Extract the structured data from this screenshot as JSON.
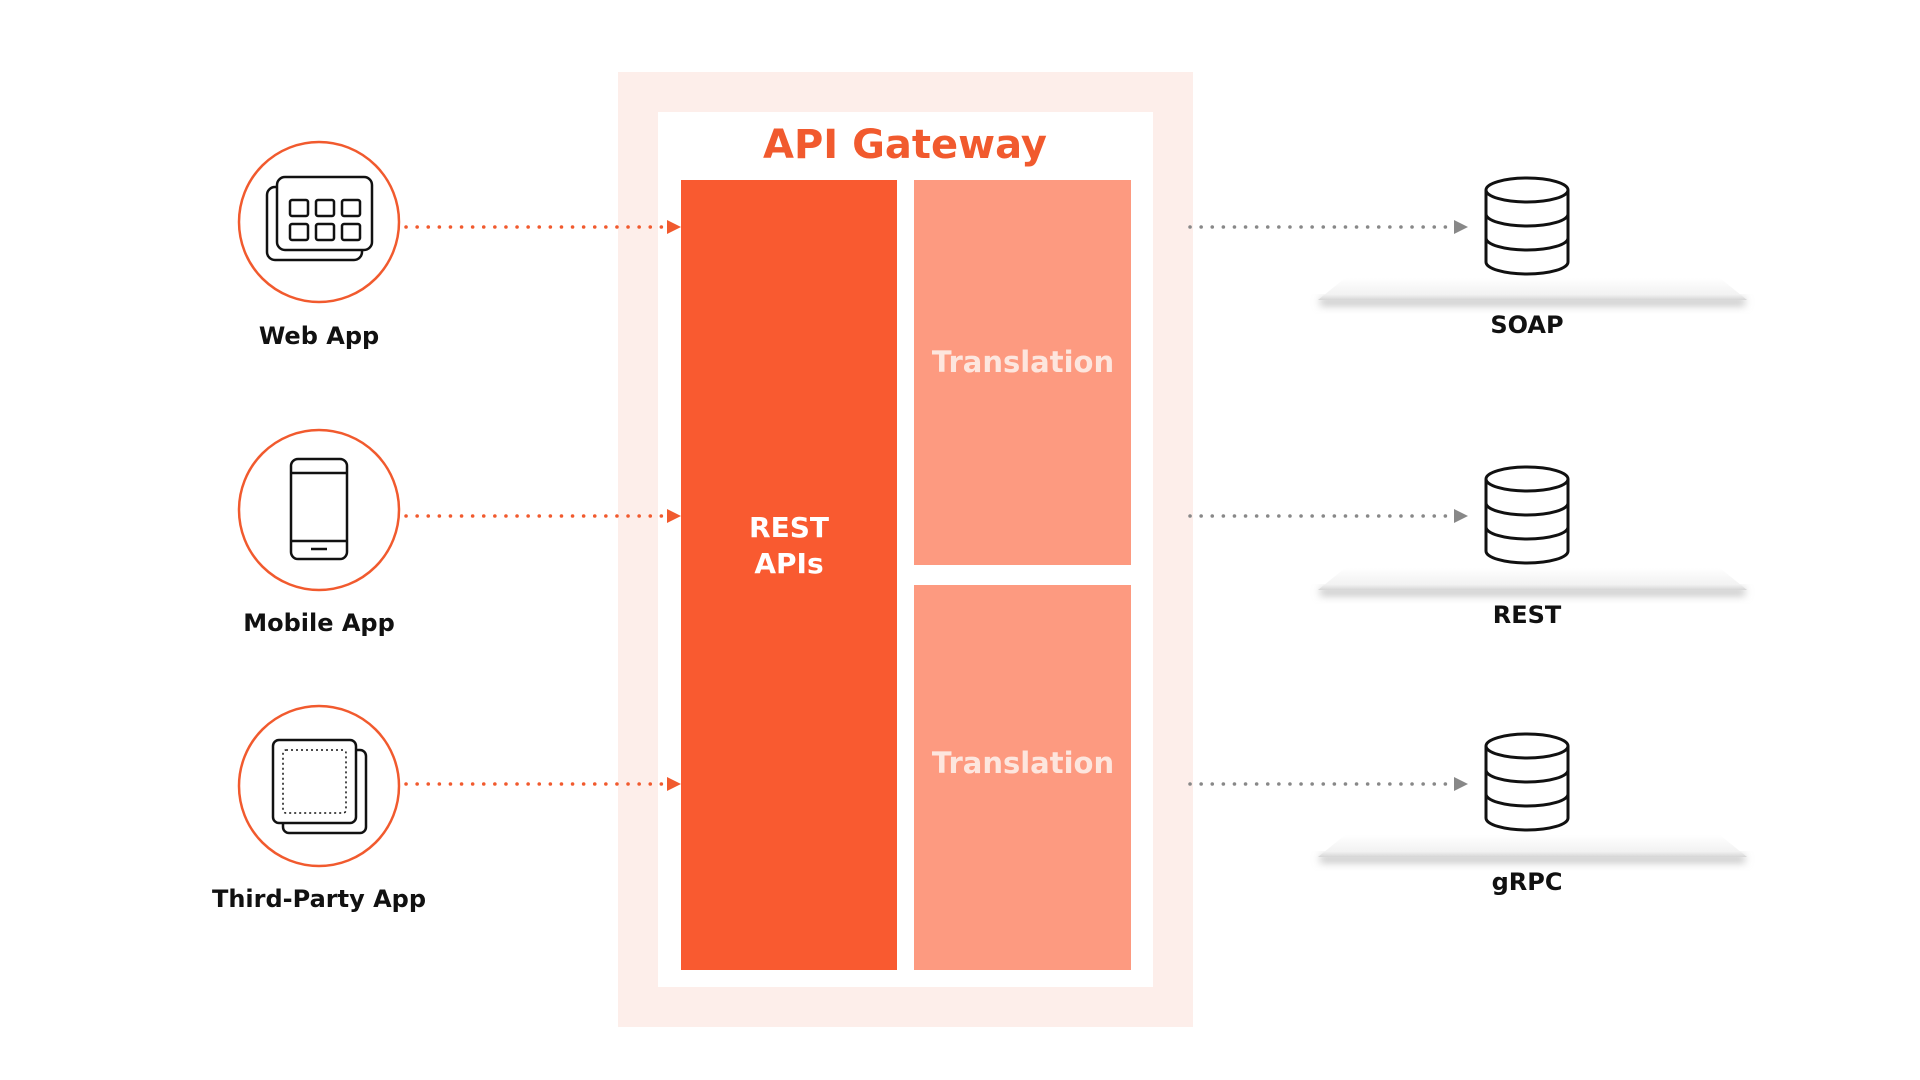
{
  "gateway": {
    "title": "API Gateway",
    "core_line1": "REST",
    "core_line2": "APIs",
    "translation_top": "Translation",
    "translation_bottom": "Translation"
  },
  "clients": [
    {
      "label": "Web App",
      "icon": "web-app-icon"
    },
    {
      "label": "Mobile App",
      "icon": "mobile-phone-icon"
    },
    {
      "label": "Third-Party App",
      "icon": "third-party-app-icon"
    }
  ],
  "backends": [
    {
      "label": "SOAP",
      "icon": "database-icon"
    },
    {
      "label": "REST",
      "icon": "database-icon"
    },
    {
      "label": "gRPC",
      "icon": "database-icon"
    }
  ],
  "colors": {
    "accent": "#f15a2e",
    "core_block": "#f95a30",
    "translation_block": "#fd9a80",
    "gateway_outer": "#fdeeea",
    "connector_client": "#f15a2e",
    "connector_backend": "#888888",
    "icon_stroke": "#111111"
  }
}
